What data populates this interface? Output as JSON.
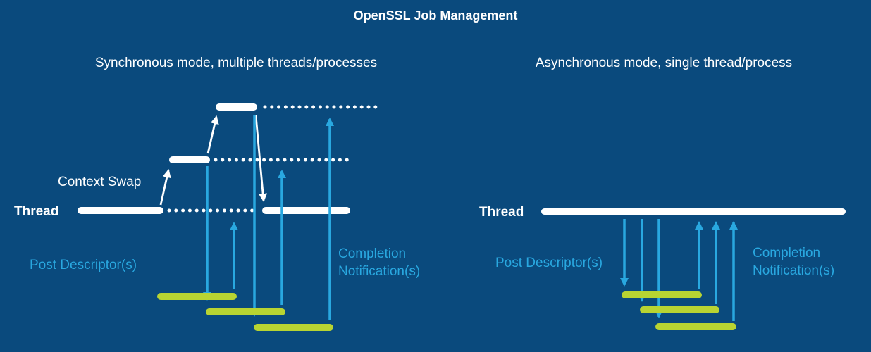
{
  "title": "OpenSSL Job Management",
  "colors": {
    "background": "#0a4a7d",
    "thread": "#ffffff",
    "accent": "#29a8e0",
    "job": "#b8d432"
  },
  "panels": {
    "sync": {
      "subtitle": "Synchronous mode, multiple threads/processes",
      "thread_label": "Thread",
      "context_swap_label": "Context Swap",
      "post_label": "Post Descriptor(s)",
      "completion_label_line1": "Completion",
      "completion_label_line2": "Notification(s)"
    },
    "async": {
      "subtitle": "Asynchronous mode, single thread/process",
      "thread_label": "Thread",
      "post_label": "Post Descriptor(s)",
      "completion_label_line1": "Completion",
      "completion_label_line2": "Notification(s)"
    }
  }
}
